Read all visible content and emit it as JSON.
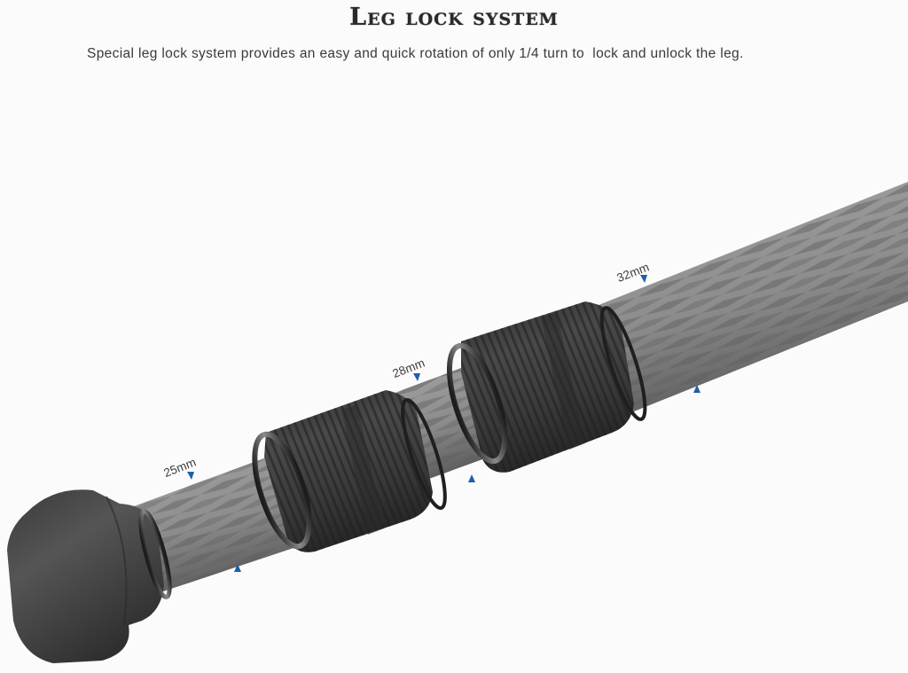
{
  "header": {
    "title": "Leg lock system",
    "subtitle": "Special leg lock system provides an easy and quick rotation of only 1/4 turn to  lock and unlock the leg."
  },
  "product": {
    "subject": "carbon fiber tripod leg with twist locks and rubber foot",
    "sections": [
      {
        "name": "upper-leg-tube",
        "diameter_label": "32mm"
      },
      {
        "name": "middle-leg-tube",
        "diameter_label": "28mm"
      },
      {
        "name": "lower-leg-tube",
        "diameter_label": "25mm"
      }
    ],
    "locks": [
      "upper-twist-lock",
      "lower-twist-lock"
    ],
    "foot": "rubber-foot"
  },
  "colors": {
    "background": "#fbfbfb",
    "title": "#2a2a2a",
    "text": "#3a3a3a",
    "marker": "#1f5fa8",
    "tube": "#8a8a8a",
    "collar": "#3b3b3b",
    "foot": "#4a4a4a"
  },
  "icons": {
    "dimension_marker": "blue-arrowhead-icon"
  }
}
